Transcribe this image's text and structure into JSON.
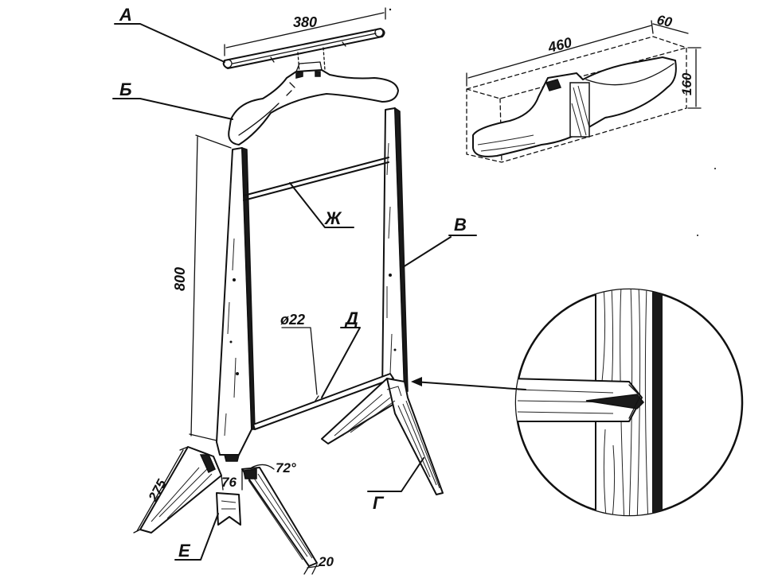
{
  "labels": {
    "a": "А",
    "b": "Б",
    "v": "В",
    "g": "Г",
    "d": "Д",
    "e": "Е",
    "zh": "Ж"
  },
  "dimensions": {
    "bar_length": "380",
    "height": "800",
    "block_length": "460",
    "block_width": "60",
    "block_height": "160",
    "rod_diameter": "ø22",
    "leg_length": "275",
    "foot_width": "76",
    "angle": "72°",
    "leg_tip": "20"
  },
  "colors": {
    "ink": "#111111",
    "paper": "#ffffff"
  }
}
